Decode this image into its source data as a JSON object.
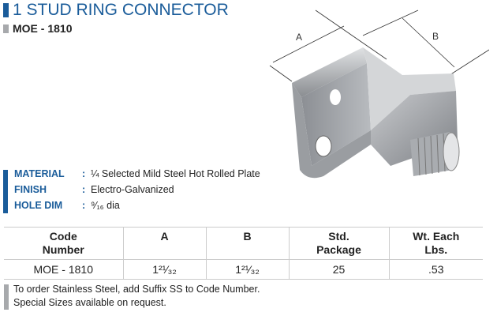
{
  "header": {
    "title": "1 STUD RING CONNECTOR",
    "model": "MOE - 1810"
  },
  "diagram": {
    "label_a": "A",
    "label_b": "B"
  },
  "specs": [
    {
      "key": "MATERIAL",
      "sep": ":",
      "value": "¼ Selected Mild Steel Hot Rolled Plate"
    },
    {
      "key": "FINISH",
      "sep": ":",
      "value": "Electro-Galvanized"
    },
    {
      "key": "HOLE DIM",
      "sep": ":",
      "value": "⁹⁄₁₆ dia"
    }
  ],
  "table": {
    "headers": [
      [
        "Code",
        "Number"
      ],
      [
        "A",
        ""
      ],
      [
        "B",
        ""
      ],
      [
        "Std.",
        "Package"
      ],
      [
        "Wt. Each",
        "Lbs."
      ]
    ],
    "row": {
      "code": "MOE - 1810",
      "a": "1²¹⁄₃₂",
      "b": "1²¹⁄₃₂",
      "package": "25",
      "weight": ".53"
    }
  },
  "notes": [
    "To order Stainless Steel, add Suffix SS to Code Number.",
    "Special Sizes available on request."
  ],
  "colors": {
    "accent": "#1a5c9a",
    "gray": "#a7a9ac"
  }
}
